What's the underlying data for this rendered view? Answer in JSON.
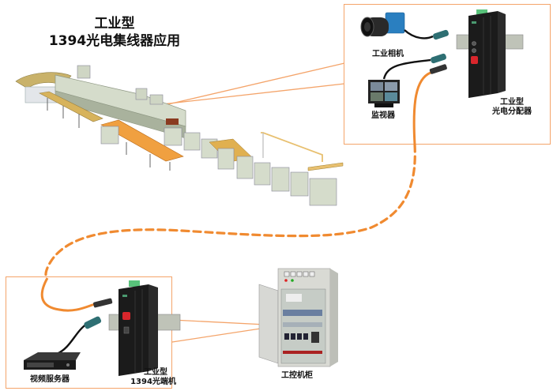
{
  "title": {
    "line1": "工业型",
    "line2": "1394光电集线器应用"
  },
  "colors": {
    "accent": "#f08a30",
    "frame": "#f4a46a",
    "device_body": "#1b1b1b",
    "connector_teal": "#2e6f73",
    "fiber_connector_red": "#d9262c",
    "terminal_green": "#58c27a",
    "camera_blue": "#2a7fc0",
    "machine_body": "#d9dfcf",
    "conveyor": "#f0a040"
  },
  "top_panel": {
    "devices": [
      {
        "id": "camera",
        "label": "工业相机",
        "icon": "industrial-camera-icon"
      },
      {
        "id": "monitor",
        "label": "监视器",
        "icon": "monitor-icon"
      },
      {
        "id": "distributor",
        "label_line1": "工业型",
        "label_line2": "光电分配器",
        "icon": "optical-distributor-icon"
      }
    ]
  },
  "bottom_panel": {
    "devices": [
      {
        "id": "server",
        "label": "视频服务器",
        "icon": "video-server-icon"
      },
      {
        "id": "terminal",
        "label_line1": "工业型",
        "label_line2": "1394光端机",
        "icon": "optical-terminal-icon"
      }
    ]
  },
  "cabinet": {
    "label": "工控机柜",
    "icon": "control-cabinet-icon"
  },
  "production_line": {
    "icon": "production-line-icon"
  },
  "links": [
    {
      "from": "production_line",
      "to": "top_panel",
      "style": "callout"
    },
    {
      "from": "top_panel",
      "to": "bottom_panel",
      "style": "fiber-dashed"
    },
    {
      "from": "bottom_panel",
      "to": "cabinet",
      "style": "callout"
    }
  ]
}
